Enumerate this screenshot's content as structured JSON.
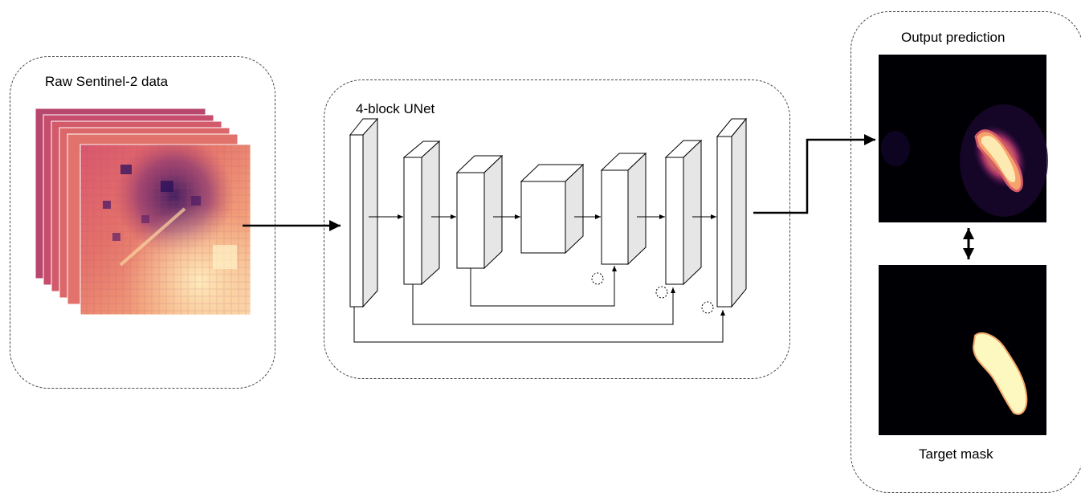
{
  "input_panel": {
    "title": "Raw Sentinel-2 data"
  },
  "model_panel": {
    "title": "4-block UNet"
  },
  "output_panel": {
    "prediction_title": "Output prediction",
    "target_title": "Target mask"
  },
  "colors": {
    "frame_border": "#444444",
    "block_front": "#ffffff",
    "block_side": "#e6e6e6",
    "heatmap_background": "#000004",
    "heatmap_hot": "#fcffa4",
    "magma_mid": "#c0426a",
    "target_fill": "#fcf8c0"
  }
}
